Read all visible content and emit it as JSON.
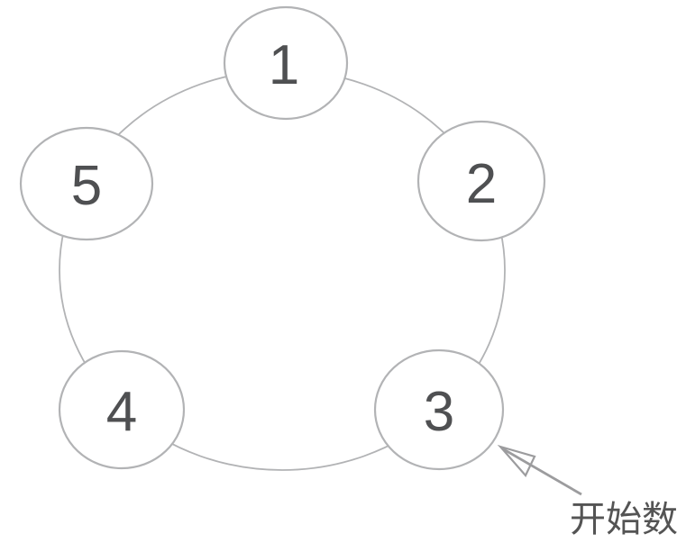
{
  "diagram": {
    "nodes": [
      {
        "label": "1"
      },
      {
        "label": "2"
      },
      {
        "label": "3"
      },
      {
        "label": "4"
      },
      {
        "label": "5"
      }
    ],
    "annotation": {
      "label": "开始数",
      "target_node": "3"
    },
    "colors": {
      "background": "#ffffff",
      "outline": "#b2b3b5",
      "digit": "#4f5052",
      "arrow": "#9c9c9e",
      "label": "#545454"
    }
  }
}
